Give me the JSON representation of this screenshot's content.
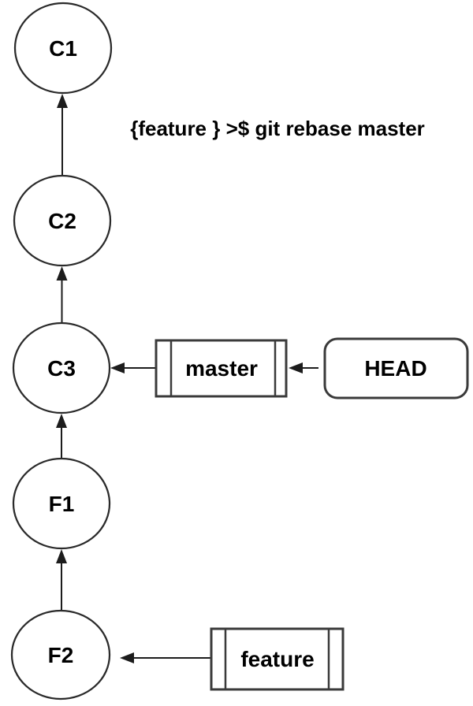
{
  "diagram": {
    "command": "{feature } >$ git rebase master",
    "commits": [
      {
        "id": "c1",
        "label": "C1"
      },
      {
        "id": "c2",
        "label": "C2"
      },
      {
        "id": "c3",
        "label": "C3"
      },
      {
        "id": "f1",
        "label": "F1"
      },
      {
        "id": "f2",
        "label": "F2"
      }
    ],
    "refs": {
      "master": {
        "label": "master",
        "points_to": "C3"
      },
      "feature": {
        "label": "feature",
        "points_to": "F2"
      },
      "head": {
        "label": "HEAD",
        "points_to": "master"
      }
    },
    "edges": [
      {
        "from": "C2",
        "to": "C1"
      },
      {
        "from": "C3",
        "to": "C2"
      },
      {
        "from": "F1",
        "to": "C3"
      },
      {
        "from": "F2",
        "to": "F1"
      },
      {
        "from": "master",
        "to": "C3"
      },
      {
        "from": "HEAD",
        "to": "master"
      },
      {
        "from": "feature",
        "to": "F2"
      }
    ],
    "colors": {
      "background": "#ffffff",
      "stroke": "#1c1c1c",
      "box_border": "#3a3a3a",
      "text": "#000000"
    }
  }
}
